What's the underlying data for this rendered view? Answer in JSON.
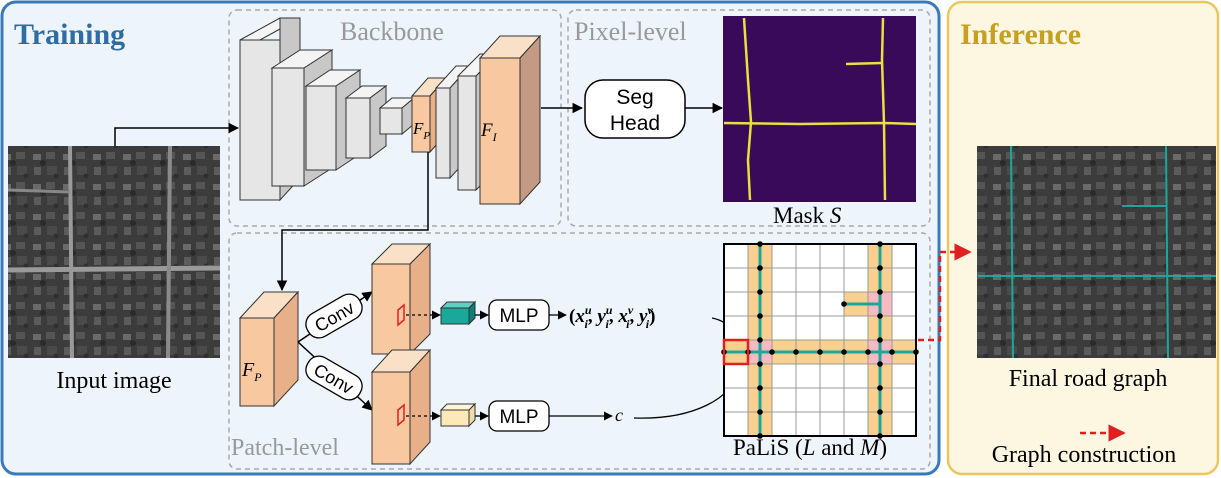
{
  "training": {
    "title": "Training",
    "color": "#2e6da4"
  },
  "inference": {
    "title": "Inference",
    "color": "#c8a020"
  },
  "backbone": {
    "label": "Backbone",
    "fp_label": "F",
    "fp_sub": "P",
    "fi_label": "F",
    "fi_sub": "I"
  },
  "pixel_level": {
    "label": "Pixel-level",
    "seg_head_line1": "Seg",
    "seg_head_line2": "Head",
    "mask_label": "Mask ",
    "mask_symbol": "S"
  },
  "patch_level": {
    "label": "Patch-level",
    "fp_label": "F",
    "fp_sub": "P",
    "conv_top": "Conv",
    "conv_bottom": "Conv",
    "mlp_top": "MLP",
    "mlp_bottom": "MLP",
    "coord_output": "(x",
    "class_output": "c",
    "palis_label": "PaLiS (",
    "palis_l": "L",
    "palis_and": " and ",
    "palis_m": "M",
    "palis_close": ")"
  },
  "input": {
    "label": "Input image"
  },
  "output": {
    "label": "Final road graph",
    "legend": "Graph construction"
  },
  "colors": {
    "feature_orange": "#f8c9a0",
    "feature_gray": "#e6e6e6",
    "teal": "#1aa89a",
    "mask_bg": "#3a0a5a",
    "mask_line": "#e6e040",
    "road_fill": "#f9d090",
    "pink": "#f7b9c2",
    "arrow_red": "#e02020"
  }
}
